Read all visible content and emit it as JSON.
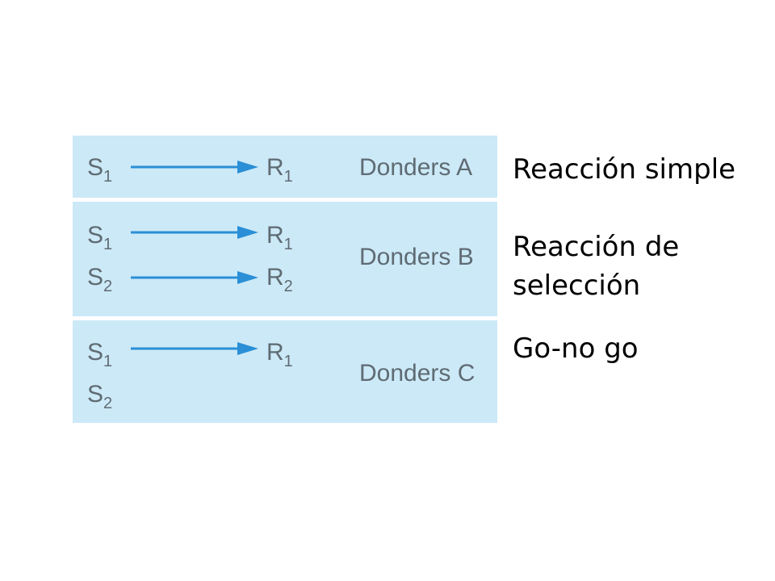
{
  "rows": [
    {
      "pairs": [
        {
          "s": "S",
          "s_sub": "1",
          "r": "R",
          "r_sub": "1"
        }
      ],
      "paradigm": "Donders A",
      "label_lines": [
        "Reacción simple"
      ]
    },
    {
      "pairs": [
        {
          "s": "S",
          "s_sub": "1",
          "r": "R",
          "r_sub": "1"
        },
        {
          "s": "S",
          "s_sub": "2",
          "r": "R",
          "r_sub": "2"
        }
      ],
      "paradigm": "Donders B",
      "label_lines": [
        "Reacción de",
        "selección"
      ]
    },
    {
      "pairs": [
        {
          "s": "S",
          "s_sub": "1",
          "r": "R",
          "r_sub": "1"
        },
        {
          "s": "S",
          "s_sub": "2"
        }
      ],
      "paradigm": "Donders C",
      "label_lines": [
        "Go-no go"
      ]
    }
  ],
  "colors": {
    "panel_bg": "#cce9f7",
    "arrow": "#2a8fd6",
    "symbol_text": "#5f6b73",
    "label_text": "#000000"
  }
}
